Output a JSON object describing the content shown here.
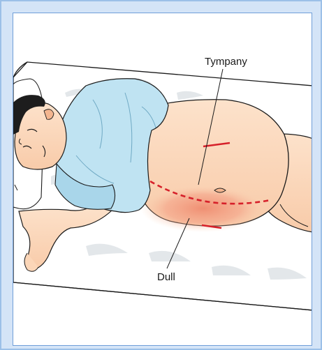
{
  "figure": {
    "labels": {
      "tympany": "Tympany",
      "dull": "Dull"
    },
    "colors": {
      "background": "#d4e4f7",
      "frame_border": "#6f9ed8",
      "skin": "#fbd6b8",
      "skin_shadow": "#f3b58f",
      "gown": "#bfe3f2",
      "gown_shadow": "#8fc5dd",
      "dull_zone": "#f0957a",
      "percussion_line": "#d6202a",
      "hair": "#1d1d1d"
    },
    "icons": [
      "patient-illustration",
      "percussion-boundary-line",
      "callout-leader-line"
    ]
  }
}
